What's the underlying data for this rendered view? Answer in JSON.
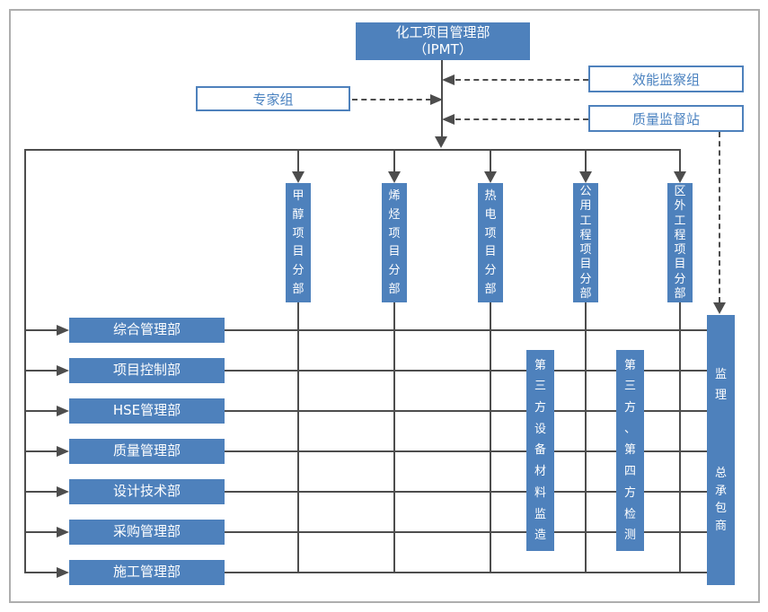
{
  "colors": {
    "accent": "#4e81bc",
    "line": "#4d4d4d",
    "white_box_text": "#4a82c0",
    "frame_border": "#aeaeae"
  },
  "ipmt": {
    "line1": "化工项目管理部",
    "line2": "（IPMT）"
  },
  "advisors": {
    "expert_group": "专家组",
    "efficiency_supervision_group": "效能监察组",
    "quality_supervision_station": "质量监督站"
  },
  "departments": [
    {
      "label": "综合管理部"
    },
    {
      "label": "项目控制部"
    },
    {
      "label": "HSE管理部"
    },
    {
      "label": "质量管理部"
    },
    {
      "label": "设计技术部"
    },
    {
      "label": "采购管理部"
    },
    {
      "label": "施工管理部"
    }
  ],
  "divisions": [
    {
      "label": "甲醇项目分部"
    },
    {
      "label": "烯烃项目分部"
    },
    {
      "label": "热电项目分部"
    },
    {
      "label": "公用工程项目分部"
    },
    {
      "label": "区外工程项目分部"
    }
  ],
  "third_parties": [
    {
      "label": "第三方设备材料监造"
    },
    {
      "label": "第三方、第四方检测"
    }
  ],
  "contractors": {
    "supervisor": "监理",
    "general_contractor": "总承包商"
  }
}
